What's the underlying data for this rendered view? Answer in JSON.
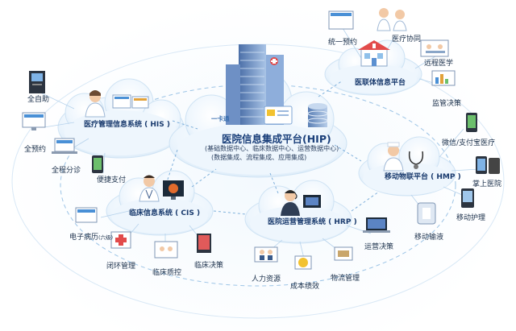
{
  "hub": {
    "title": "医院信息集成平台(HIP)",
    "sub1": "(基础数据中心、临床数据中心、运营数据中心)",
    "sub2": "(数据集成、流程集成、应用集成)",
    "card_label": "一卡通"
  },
  "clouds": {
    "his": "医疗管理信息系统 ( HIS )",
    "cis": "临床信息系统 ( CIS )",
    "hrp": "医院运营管理系统 ( HRP )",
    "hmp": "移动物联平台 ( HMP )",
    "alliance": "医联体信息平台"
  },
  "labels": {
    "self_service": "全自助",
    "appointment_all": "全预约",
    "triage": "全程分诊",
    "payment": "便捷支付",
    "emr": "电子病历",
    "emr_note": "(六级)",
    "closed_loop": "闭环管理",
    "quality": "临床质控",
    "decision_clinical": "临床决策",
    "hr": "人力资源",
    "cost": "成本绩效",
    "logistics": "物流管理",
    "decision_ops": "运营决策",
    "unified_booking": "统一预约",
    "collab": "医疗协同",
    "remote": "远程医学",
    "supervision": "监管决策",
    "wechat_pay": "微信/支付宝医疗",
    "palm_hospital": "掌上医院",
    "mobile_nursing": "移动护理",
    "mobile_infusion": "移动输液"
  },
  "colors": {
    "cloud_fill": "#eaf4fc",
    "cloud_stroke": "#cfe3f4",
    "dashed": "#9cc4e6",
    "title": "#1a3b6e"
  }
}
